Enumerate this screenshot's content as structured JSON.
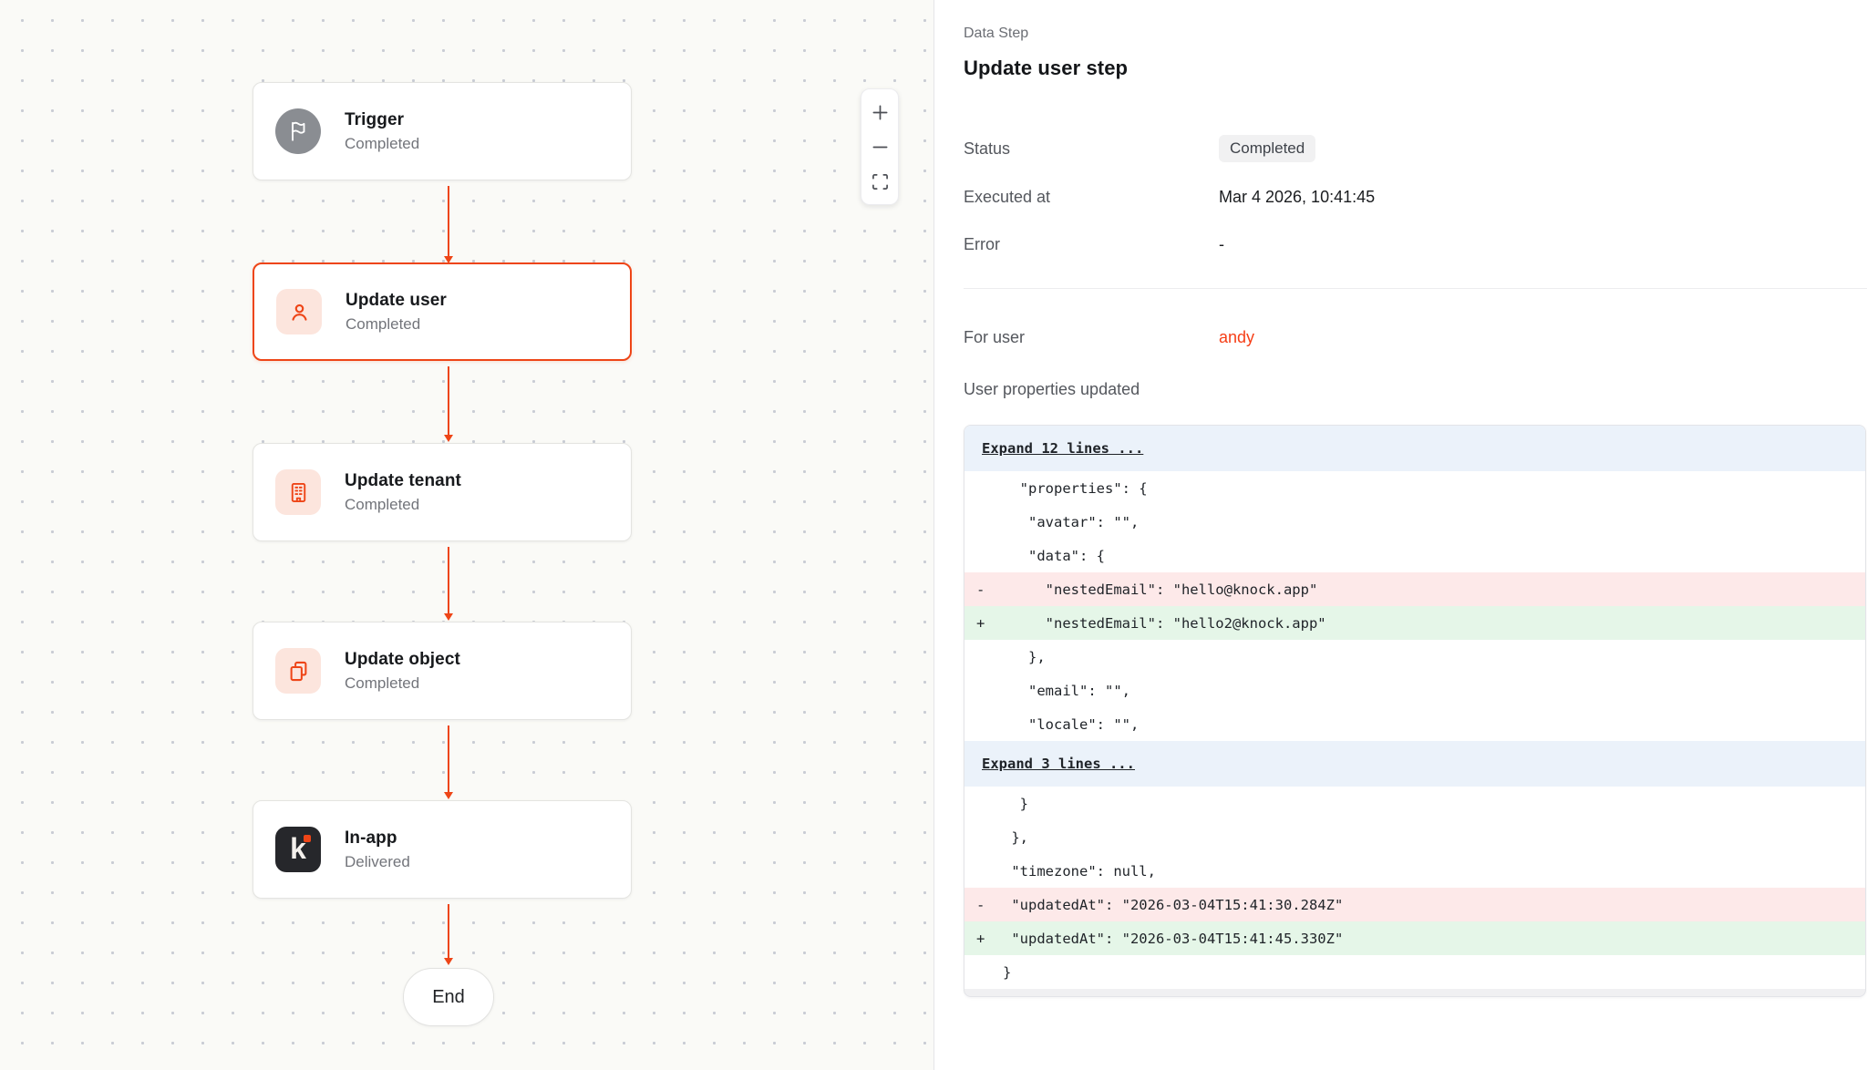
{
  "canvas": {
    "nodes": [
      {
        "title": "Trigger",
        "subtitle": "Completed",
        "icon": "flag-icon",
        "selected": false,
        "icon_style": "circle"
      },
      {
        "title": "Update user",
        "subtitle": "Completed",
        "icon": "user-icon",
        "selected": true,
        "icon_style": "tinted"
      },
      {
        "title": "Update tenant",
        "subtitle": "Completed",
        "icon": "building-icon",
        "selected": false,
        "icon_style": "tinted"
      },
      {
        "title": "Update object",
        "subtitle": "Completed",
        "icon": "pages-icon",
        "selected": false,
        "icon_style": "tinted"
      },
      {
        "title": "In-app",
        "subtitle": "Delivered",
        "icon": "knock-icon",
        "selected": false,
        "icon_style": "dark",
        "logo_letter": "k"
      }
    ],
    "end_label": "End",
    "zoom_controls": [
      {
        "icon": "plus-icon"
      },
      {
        "icon": "minus-icon"
      },
      {
        "icon": "fit-view-icon"
      }
    ]
  },
  "panel": {
    "eyebrow": "Data Step",
    "title": "Update user step",
    "meta": [
      {
        "label": "Status",
        "value": "Completed",
        "type": "badge"
      },
      {
        "label": "Executed at",
        "value": "Mar 4 2026, 10:41:45",
        "type": "text"
      },
      {
        "label": "Error",
        "value": "-",
        "type": "text"
      }
    ],
    "for_user_label": "For user",
    "for_user_value": "andy",
    "diff_label": "User properties updated",
    "diff_rows": [
      {
        "type": "expand",
        "marker": "",
        "text": "Expand 12 lines ..."
      },
      {
        "type": "context",
        "marker": "",
        "text": "  \"properties\": {"
      },
      {
        "type": "context",
        "marker": "",
        "text": "   \"avatar\": \"\","
      },
      {
        "type": "context",
        "marker": "",
        "text": "   \"data\": {"
      },
      {
        "type": "removed",
        "marker": "-",
        "text": "     \"nestedEmail\": \"hello@knock.app\""
      },
      {
        "type": "added",
        "marker": "+",
        "text": "     \"nestedEmail\": \"hello2@knock.app\""
      },
      {
        "type": "context",
        "marker": "",
        "text": "   },"
      },
      {
        "type": "context",
        "marker": "",
        "text": "   \"email\": \"\","
      },
      {
        "type": "context",
        "marker": "",
        "text": "   \"locale\": \"\","
      },
      {
        "type": "expand",
        "marker": "",
        "text": "Expand 3 lines ..."
      },
      {
        "type": "context",
        "marker": "",
        "text": "  }"
      },
      {
        "type": "context",
        "marker": "",
        "text": " },"
      },
      {
        "type": "context",
        "marker": "",
        "text": " \"timezone\": null,"
      },
      {
        "type": "removed",
        "marker": "-",
        "text": " \"updatedAt\": \"2026-03-04T15:41:30.284Z\""
      },
      {
        "type": "added",
        "marker": "+",
        "text": " \"updatedAt\": \"2026-03-04T15:41:45.330Z\""
      },
      {
        "type": "context",
        "marker": "",
        "text": "}"
      }
    ]
  },
  "colors": {
    "accent": "#ee4517",
    "link": "#f63e16",
    "icon_tint_bg": "#fce5dd",
    "trigger_gray": "#8a8d92",
    "knock_dark": "#26272b",
    "expand_row_bg": "#ebf2fa",
    "removed_row_bg": "#fde9e9",
    "added_row_bg": "#e5f6e8",
    "badge_bg": "#f1f1f2"
  }
}
